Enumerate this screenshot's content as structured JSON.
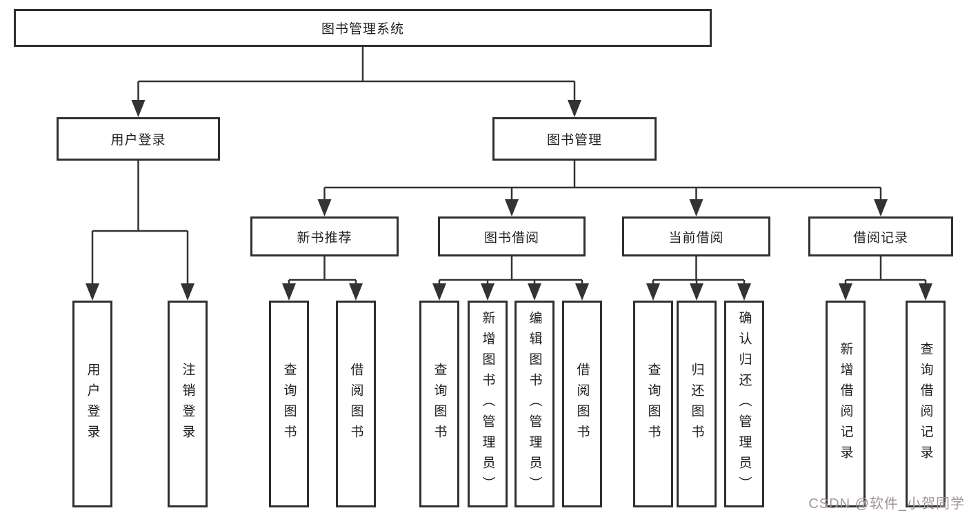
{
  "tree": {
    "root": "图书管理系统",
    "children": [
      {
        "label": "用户登录",
        "children": [
          "用户登录",
          "注销登录"
        ]
      },
      {
        "label": "图书管理",
        "children": [
          {
            "label": "新书推荐",
            "children": [
              "查询图书",
              "借阅图书"
            ]
          },
          {
            "label": "图书借阅",
            "children": [
              "查询图书",
              "新增图书（管理员）",
              "编辑图书（管理员）",
              "借阅图书"
            ]
          },
          {
            "label": "当前借阅",
            "children": [
              "查询图书",
              "归还图书",
              "确认归还（管理员）"
            ]
          },
          {
            "label": "借阅记录",
            "children": [
              "新增借阅记录",
              "查询借阅记录"
            ]
          }
        ]
      }
    ]
  },
  "watermark": {
    "text": "CSDN @软件_小贺同学"
  },
  "colors": {
    "line": "#333333",
    "box_border": "#2f2f2f",
    "text": "#1f1f1f",
    "background": "#ffffff",
    "watermark": "#a09494"
  }
}
